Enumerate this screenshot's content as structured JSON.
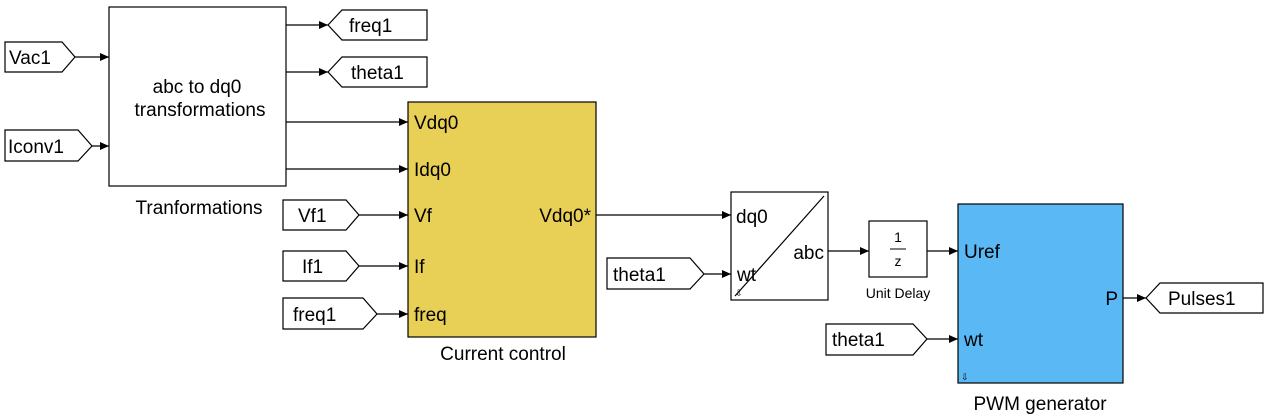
{
  "blocks": {
    "transform": {
      "line1": "abc to dq0",
      "line2": "transformations",
      "caption": "Tranformations"
    },
    "current": {
      "ports_in": [
        "Vdq0",
        "Idq0",
        "Vf",
        "If",
        "freq"
      ],
      "port_out": "Vdq0*",
      "caption": "Current control",
      "color": "#e8cf55"
    },
    "dq0abc": {
      "in1": "dq0",
      "in2": "wt",
      "out": "abc"
    },
    "delay": {
      "num": "1",
      "den": "z",
      "caption": "Unit Delay"
    },
    "pwm": {
      "in1": "Uref",
      "in2": "wt",
      "out": "P",
      "caption": "PWM generator",
      "color": "#5ab8f5"
    }
  },
  "from_tags": {
    "vac": "Vac1",
    "iconv": "Iconv1",
    "vf": "Vf1",
    "if": "If1",
    "freq": "freq1",
    "theta_a": "theta1",
    "theta_b": "theta1"
  },
  "goto_tags": {
    "freq": "freq1",
    "theta": "theta1",
    "pulses": "Pulses1"
  }
}
